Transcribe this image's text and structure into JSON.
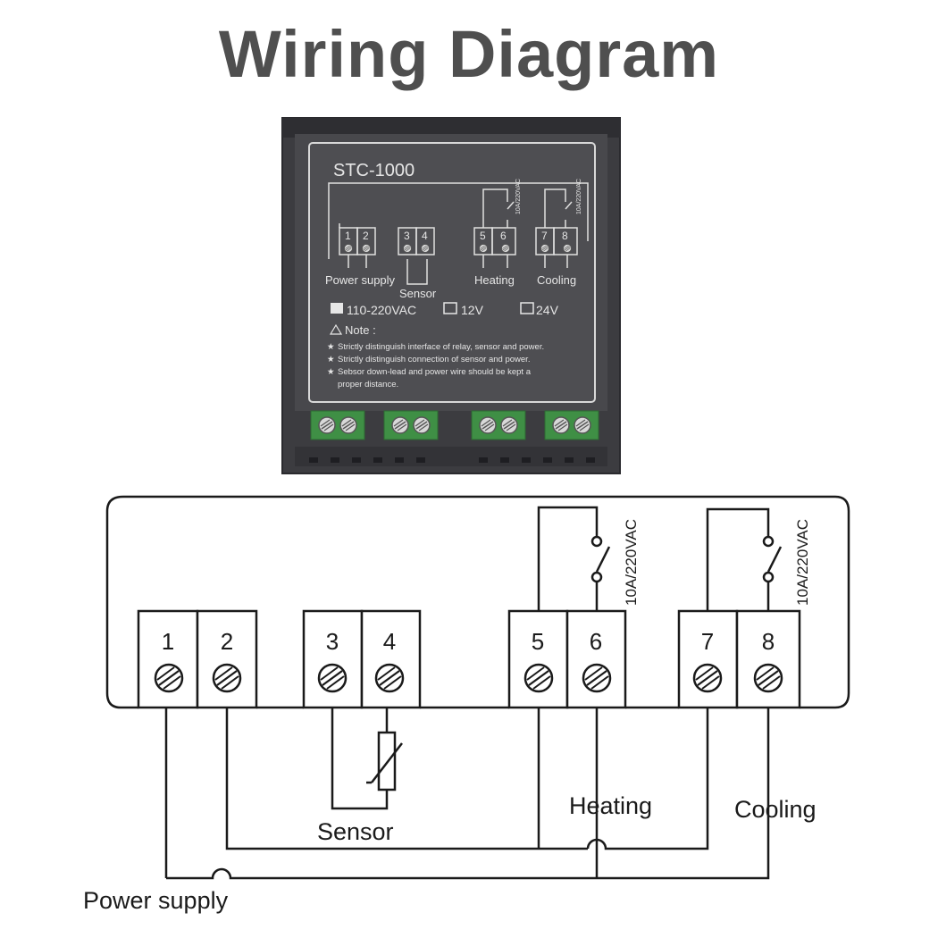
{
  "title": "Wiring Diagram",
  "panel": {
    "model": "STC-1000",
    "terminals": [
      "1",
      "2",
      "3",
      "4",
      "5",
      "6",
      "7",
      "8"
    ],
    "relay_rating_1": "10A/220VAC",
    "relay_rating_2": "10A/220VAC",
    "labels": {
      "power": "Power supply",
      "sensor": "Sensor",
      "heating": "Heating",
      "cooling": "Cooling"
    },
    "voltage_options": [
      "110-220VAC",
      "12V",
      "24V"
    ],
    "note_title": "Note :",
    "notes": [
      "Strictly distinguish interface of relay, sensor and power.",
      "Strictly distinguish connection of sensor and power.",
      "Sebsor down-lead and power wire should be kept a"
    ],
    "note_cont": "proper distance."
  },
  "diagram": {
    "terminals": [
      "1",
      "2",
      "3",
      "4",
      "5",
      "6",
      "7",
      "8"
    ],
    "relay_rating_1": "10A/220VAC",
    "relay_rating_2": "10A/220VAC",
    "labels": {
      "power": "Power supply",
      "sensor": "Sensor",
      "heating": "Heating",
      "cooling": "Cooling"
    }
  },
  "colors": {
    "title": "#4f4f4f",
    "device_body": "#3c3c40",
    "terminal_green": "#3f8f45",
    "line": "#1a1a1a"
  }
}
